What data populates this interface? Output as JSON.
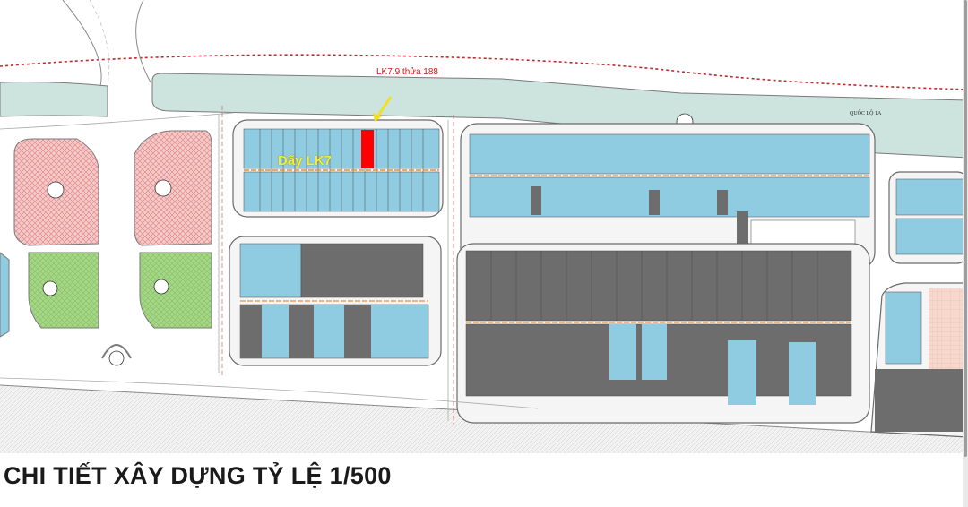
{
  "plan_title": "CHI TIẾT XÂY DỰNG TỶ LỆ 1/500",
  "highlight_label": "LK7.9 thửa 188",
  "row_label": "Dãy LK7",
  "road_label": "QUỐC LỘ 1A",
  "colors": {
    "background": "#ffffff",
    "road_green": "#cde3dd",
    "lot_blue": "#8fcce2",
    "lot_gray": "#6d6d6d",
    "park_green": "#a6d686",
    "hatch_red": "#e8a8a8",
    "boundary_red": "#c0282c",
    "highlight_red": "#ff0000",
    "label_yellow": "#f4ec3a"
  }
}
